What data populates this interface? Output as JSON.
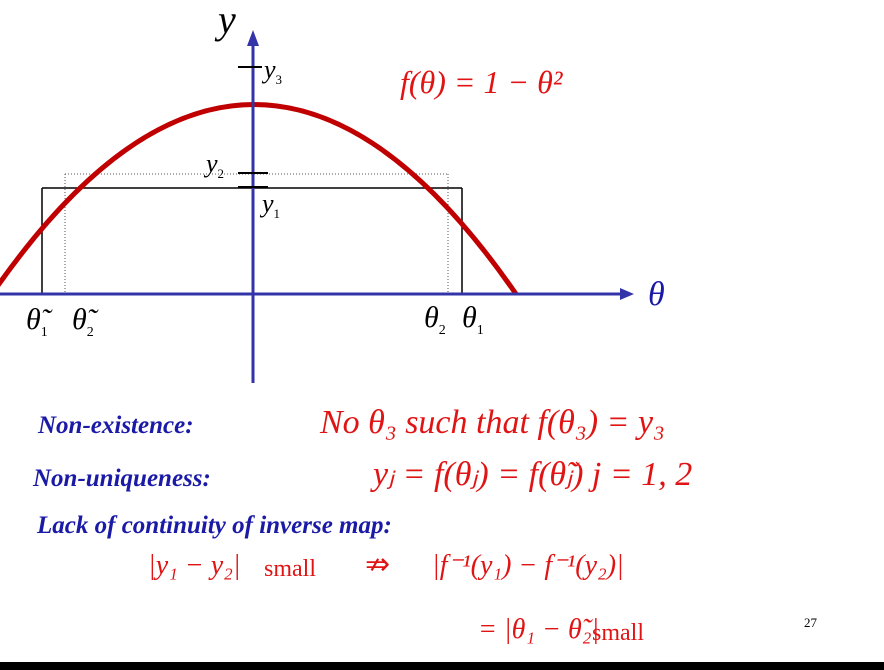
{
  "diagram": {
    "axis_y_label": "y",
    "axis_x_label": "θ",
    "y3_label": "y",
    "y3_sub": "3",
    "y2_label": "y",
    "y2_sub": "2",
    "y1_label": "y",
    "y1_sub": "1",
    "function_label": "f(θ) = 1 − θ²",
    "theta1_tilde": "θ̃",
    "theta1_tilde_sub": "1",
    "theta2_tilde": "θ̃",
    "theta2_tilde_sub": "2",
    "theta2": "θ",
    "theta2_sub": "2",
    "theta1": "θ",
    "theta1_sub": "1",
    "colors": {
      "curve": "#c00000",
      "axes": "#3333aa",
      "text_blue": "#1a1aa6",
      "text_red": "#e01414"
    }
  },
  "statements": {
    "nonexistence_title": "Non-existence:",
    "nonexistence_text": "No θ₃ such that f(θ₃) = y₃",
    "nonuniqueness_title": "Non-uniqueness:",
    "nonuniqueness_text": "yⱼ = f(θⱼ) = f(θ̃ⱼ)   j = 1, 2",
    "continuity_title": "Lack of continuity of inverse map:",
    "continuity_line1_lhs": "|y₁ − y₂|",
    "continuity_line1_small": "small",
    "continuity_line1_symbol": "⇏",
    "continuity_line1_rhs": "|f⁻¹(y₁) − f⁻¹(y₂)|",
    "continuity_line2_lhs": "= |θ₁ − θ̃₂|",
    "continuity_line2_small": "small"
  },
  "page_number": "27"
}
